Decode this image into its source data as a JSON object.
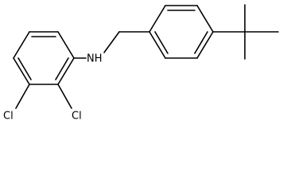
{
  "molecule": {
    "atom_labels": {
      "amine": "NH",
      "chlorine_top": "Cl",
      "chlorine_bottom": "Cl"
    },
    "colors": {
      "bond": "#000000",
      "text": "#000000",
      "background": "#ffffff"
    }
  }
}
